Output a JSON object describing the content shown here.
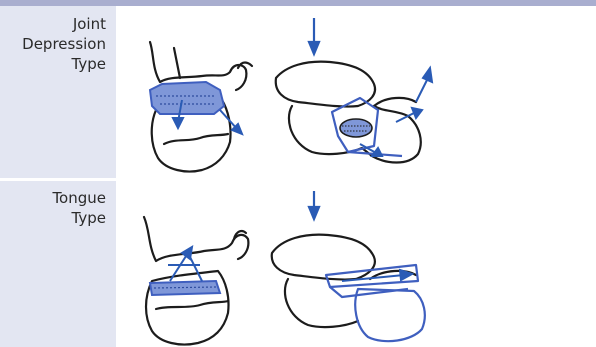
{
  "rows": [
    {
      "label_lines": [
        "Joint",
        "Depression",
        "Type"
      ]
    },
    {
      "label_lines": [
        "Tongue",
        "Type"
      ]
    }
  ],
  "colors": {
    "header_bar": "#a9aecf",
    "label_cell": "#e3e6f2",
    "ink": "#1c1c1c",
    "fragment_blue": "#3f5fbf",
    "arrow_blue": "#2a5bb5"
  }
}
